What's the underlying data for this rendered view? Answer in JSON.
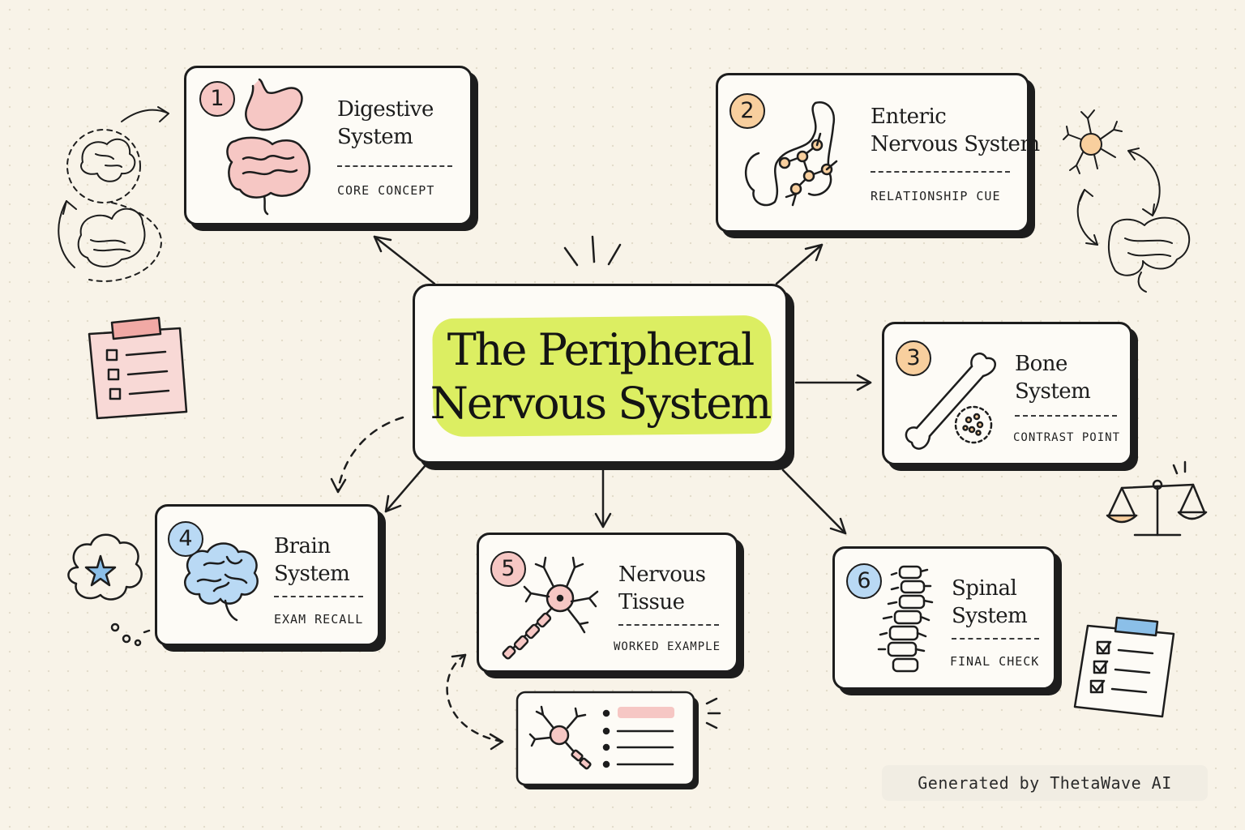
{
  "central": {
    "line1": "The Peripheral",
    "line2": "Nervous System"
  },
  "cards": [
    {
      "number": "1",
      "line1": "Digestive",
      "line2": "System",
      "tag": "CORE CONCEPT",
      "icon": "digestive-organs-icon",
      "accent": "#f6c7c4"
    },
    {
      "number": "2",
      "line1": "Enteric",
      "line2": "Nervous System",
      "tag": "RELATIONSHIP CUE",
      "icon": "enteric-neurons-icon",
      "accent": "#f8cf9e"
    },
    {
      "number": "3",
      "line1": "Bone",
      "line2": "System",
      "tag": "CONTRAST POINT",
      "icon": "bone-icon",
      "accent": "#f8cf9e"
    },
    {
      "number": "4",
      "line1": "Brain",
      "line2": "System",
      "tag": "EXAM RECALL",
      "icon": "brain-icon",
      "accent": "#b9d9f4"
    },
    {
      "number": "5",
      "line1": "Nervous",
      "line2": "Tissue",
      "tag": "WORKED EXAMPLE",
      "icon": "neuron-icon",
      "accent": "#f6c7c4"
    },
    {
      "number": "6",
      "line1": "Spinal",
      "line2": "System",
      "tag": "FINAL CHECK",
      "icon": "spine-icon",
      "accent": "#b9d9f4"
    }
  ],
  "decorations": [
    "brain-gut-cycle-icon",
    "sticky-note-checklist-icon",
    "neuron-gut-cycle-icon",
    "balance-scale-icon",
    "thought-cloud-star-icon",
    "neuron-notes-card-icon",
    "clipboard-checklist-icon"
  ],
  "colors": {
    "background": "#f8f3e8",
    "highlight": "#dcee62",
    "ink": "#1d1d1d",
    "pink": "#f6c7c4",
    "peach": "#f8cf9e",
    "blue": "#b9d9f4"
  },
  "footer": {
    "text": "Generated by ThetaWave AI"
  }
}
